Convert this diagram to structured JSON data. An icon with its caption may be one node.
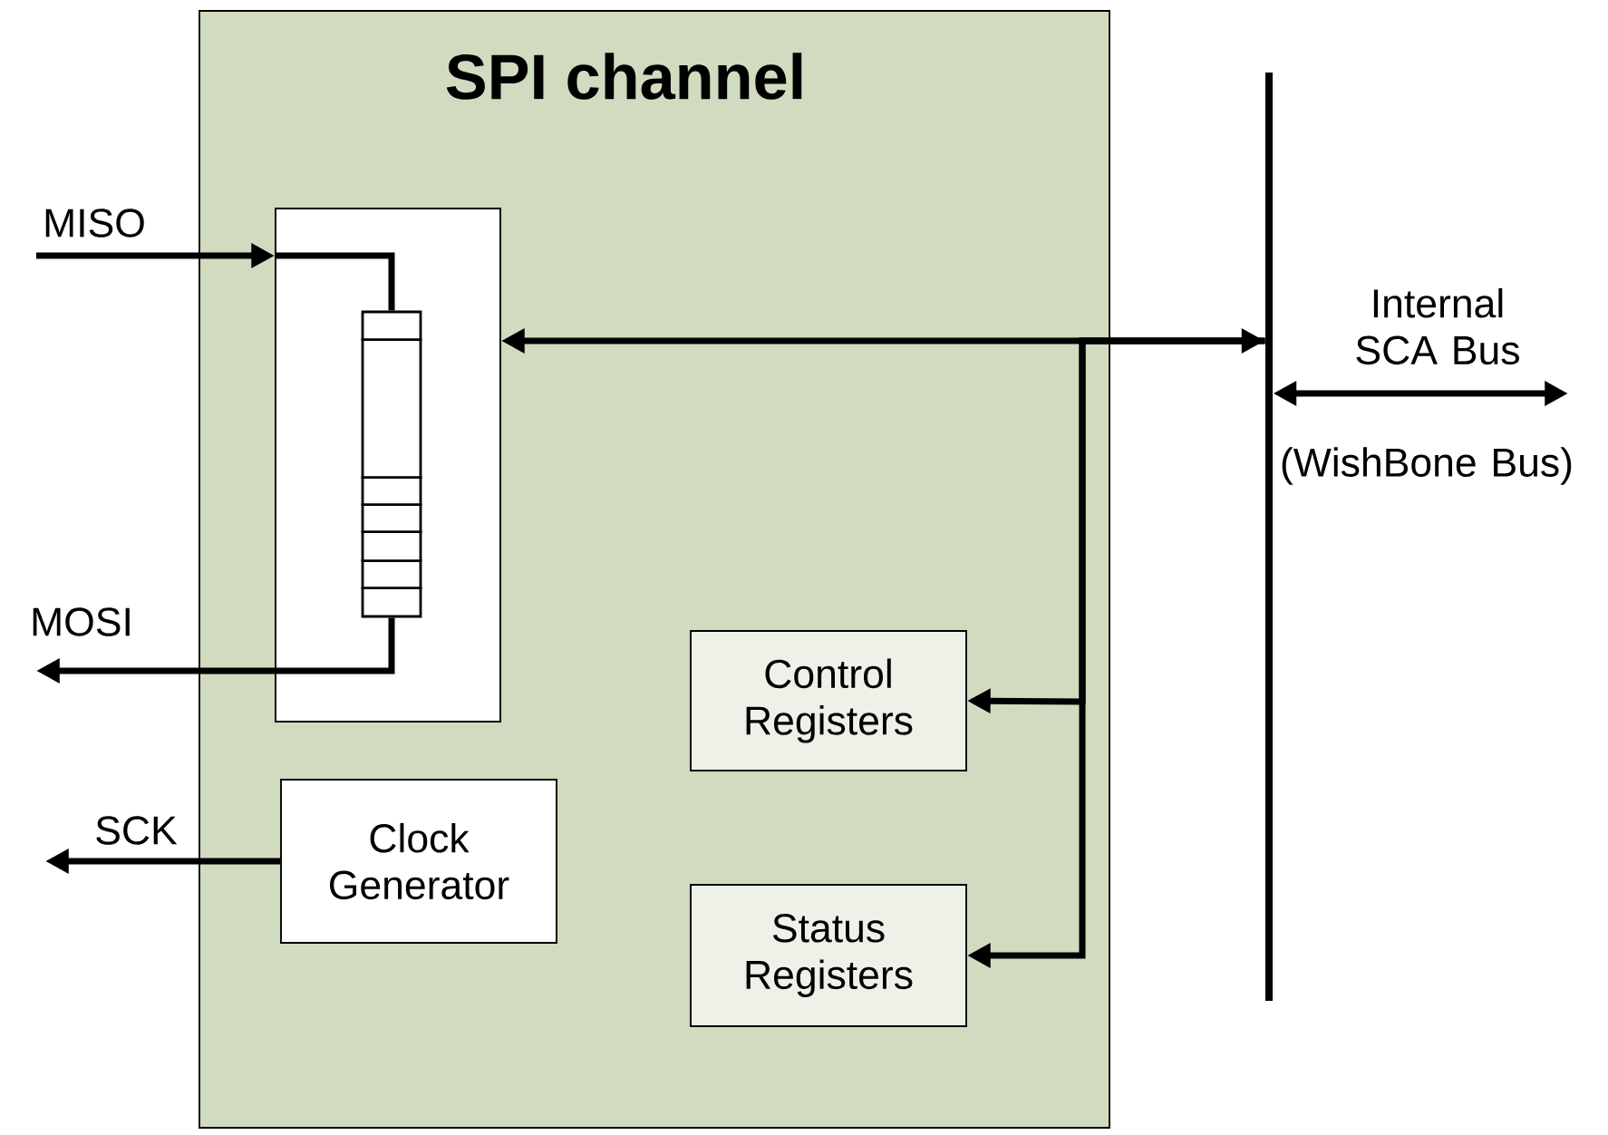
{
  "diagram": {
    "nodes": [
      {
        "text": [
          "SPI channel"
        ]
      },
      {
        "text": [],
        "shape": "box",
        "in": 0
      },
      {
        "text": [],
        "shape": "box",
        "in": 1
      },
      {
        "text": [
          "Control Registers"
        ],
        "in": 0
      },
      {
        "text": [
          "Status Registers"
        ],
        "in": 0
      },
      {
        "text": [
          "Clock Generator"
        ],
        "in": 0
      },
      {
        "text": [],
        "shape": "bar"
      }
    ],
    "edges": [
      {
        "from": null,
        "to": 1,
        "arrow": "to",
        "label": "MISO"
      },
      {
        "from": 2,
        "to": null,
        "arrow": "to",
        "label": "MOSI"
      },
      {
        "from": 5,
        "to": null,
        "arrow": "to",
        "label": "SCK"
      },
      {
        "from": 1,
        "to": 6,
        "arrow": "both"
      },
      {
        "from": 6,
        "to": 3,
        "arrow": "to"
      },
      {
        "from": 6,
        "to": 4,
        "arrow": "to"
      },
      {
        "from": 6,
        "to": null,
        "arrow": "both"
      },
      {
        "from": 1,
        "to": 2,
        "arrow": "none"
      }
    ],
    "labels": [
      "Internal SCA Bus",
      "(WishBone Bus)"
    ]
  }
}
